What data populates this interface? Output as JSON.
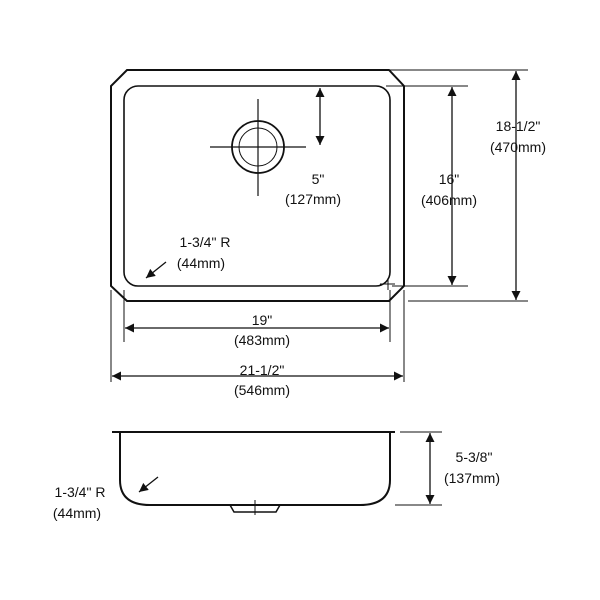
{
  "top_view": {
    "drain_offset": {
      "imperial": "5\"",
      "metric": "(127mm)"
    },
    "corner_radius": {
      "imperial": "1-3/4\" R",
      "metric": "(44mm)"
    },
    "bowl_width": {
      "imperial": "19\"",
      "metric": "(483mm)"
    },
    "overall_width": {
      "imperial": "21-1/2\"",
      "metric": "(546mm)"
    },
    "bowl_length": {
      "imperial": "16\"",
      "metric": "(406mm)"
    },
    "overall_length": {
      "imperial": "18-1/2\"",
      "metric": "(470mm)"
    }
  },
  "side_view": {
    "depth": {
      "imperial": "5-3/8\"",
      "metric": "(137mm)"
    },
    "corner_radius": {
      "imperial": "1-3/4\" R",
      "metric": "(44mm)"
    }
  },
  "colors": {
    "line": "#111111",
    "background": "#ffffff"
  }
}
